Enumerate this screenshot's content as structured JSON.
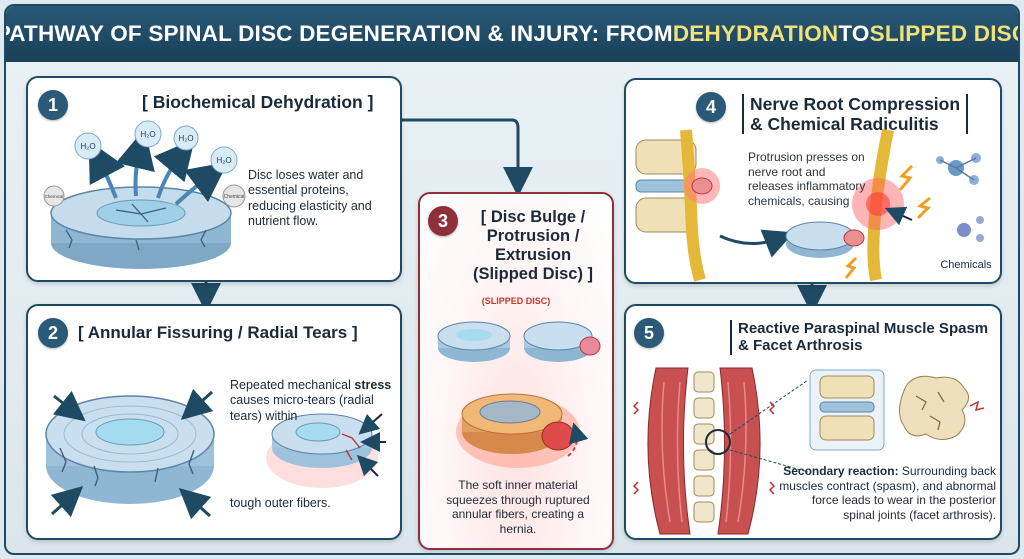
{
  "title": {
    "part1": "PATHWAY OF SPINAL DISC DEGENERATION & INJURY: FROM ",
    "highlight1": "DEHYDRATION",
    "part2": " TO ",
    "highlight2": "SLIPPED DISC"
  },
  "colors": {
    "navy": "#1f4a63",
    "highlight": "#f1e17a",
    "alert_red": "#8e2f3a",
    "disc_blue": "#a9cbe4"
  },
  "steps": [
    {
      "number": "1",
      "title": "[ Biochemical Dehydration ]",
      "text": "Disc loses water and essential proteins, reducing elasticity and nutrient flow.",
      "labels": [
        "H₂O",
        "H₂O",
        "H₂O",
        "H₂O",
        "Chemical",
        "Chemical"
      ]
    },
    {
      "number": "2",
      "title": "[ Annular Fissuring / Radial Tears ]",
      "text_before": "Repeated mechanical ",
      "text_bold": "stress",
      "text_after": " causes micro-tears (radial tears) within",
      "text_end": "tough outer fibers."
    },
    {
      "number": "3",
      "title_lines": [
        "[ Disc Bulge /",
        "Protrusion /",
        "Extrusion",
        "(Slipped Disc) ]"
      ],
      "subtitle": "(SLIPPED DISC)",
      "text": "The soft inner material squeezes through ruptured annular fibers, creating a hernia."
    },
    {
      "number": "4",
      "title_lines": [
        "Nerve Root Compression",
        "& Chemical Radiculitis"
      ],
      "text": "Protrusion presses on nerve root and releases inflammatory chemicals, causing",
      "chemicals_label": "Chemicals"
    },
    {
      "number": "5",
      "title_lines": [
        "Reactive Paraspinal Muscle Spasm",
        "& Facet Arthrosis"
      ],
      "text_bold": "Secondary reaction:",
      "text": " Surrounding back muscles contract (spasm), and abnormal force leads to wear in the posterior spinal joints (facet arthrosis)."
    }
  ]
}
